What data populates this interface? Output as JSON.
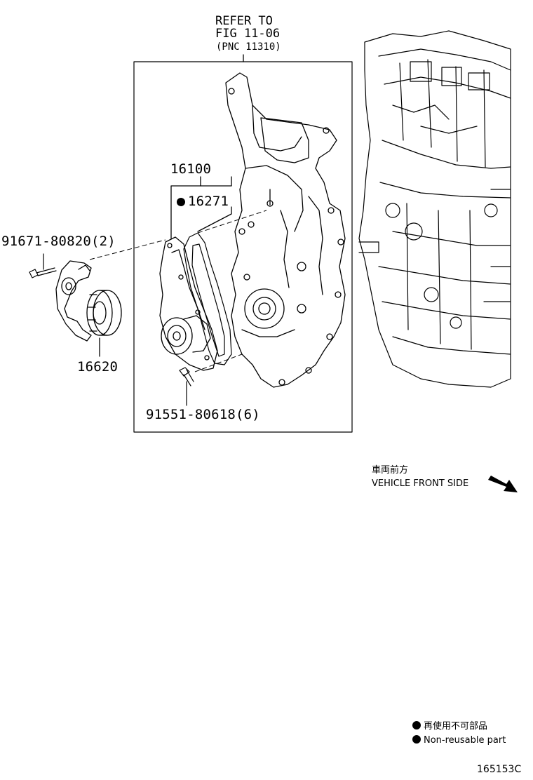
{
  "refer": {
    "line1": "REFER TO",
    "line2": "FIG 11-06",
    "line3": "(PNC 11310)"
  },
  "parts": {
    "assembly": "16100",
    "gasket": "16271",
    "bolt_top": "91671-80820(2)",
    "tensioner": "16620",
    "bolt_bottom": "91551-80618(6)"
  },
  "direction": {
    "jp": "車両前方",
    "en": "VEHICLE FRONT SIDE"
  },
  "legend": {
    "jp": "再使用不可部品",
    "en": "Non-reusable part"
  },
  "figure_code": "165153C"
}
